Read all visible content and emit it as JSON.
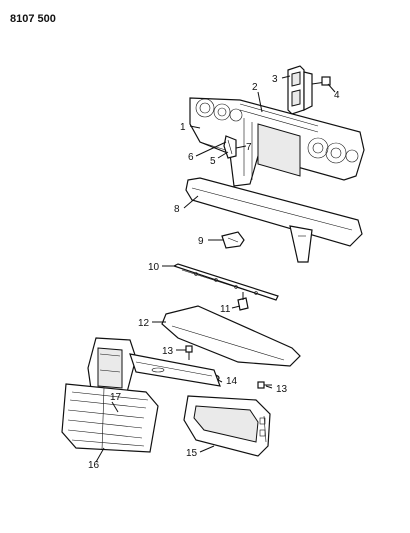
{
  "diagram": {
    "code": "8107 500",
    "callouts": [
      {
        "id": "1",
        "text": "1"
      },
      {
        "id": "2",
        "text": "2"
      },
      {
        "id": "3",
        "text": "3"
      },
      {
        "id": "4",
        "text": "4"
      },
      {
        "id": "5",
        "text": "5"
      },
      {
        "id": "6",
        "text": "6"
      },
      {
        "id": "7",
        "text": "7"
      },
      {
        "id": "8",
        "text": "8"
      },
      {
        "id": "9",
        "text": "9"
      },
      {
        "id": "10",
        "text": "10"
      },
      {
        "id": "11",
        "text": "11"
      },
      {
        "id": "12",
        "text": "12"
      },
      {
        "id": "13a",
        "text": "13"
      },
      {
        "id": "13b",
        "text": "13"
      },
      {
        "id": "14",
        "text": "14"
      },
      {
        "id": "15",
        "text": "15"
      },
      {
        "id": "16",
        "text": "16"
      },
      {
        "id": "17",
        "text": "17"
      }
    ]
  }
}
